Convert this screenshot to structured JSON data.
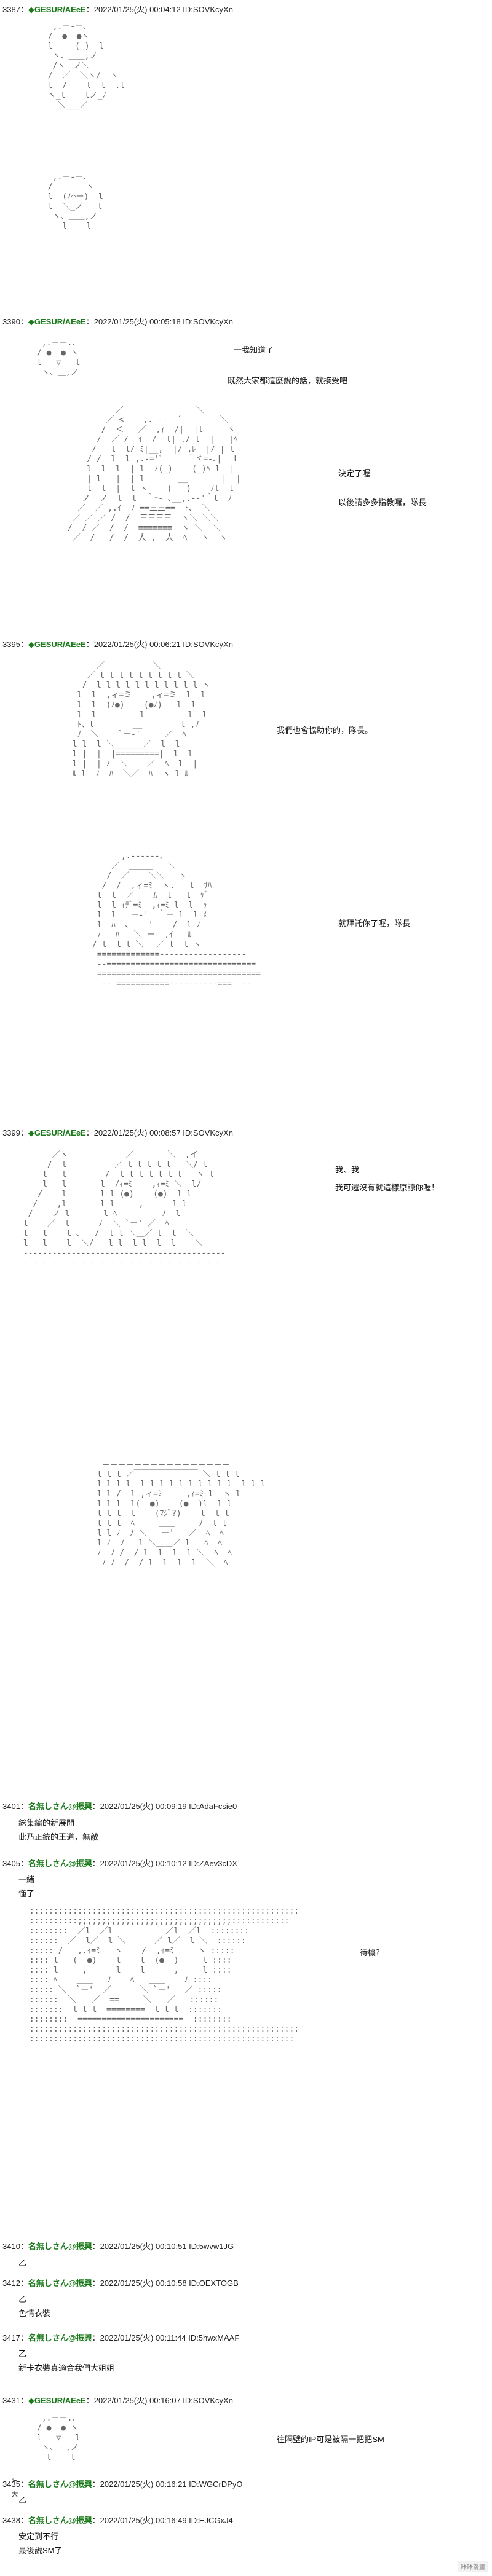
{
  "posts": [
    {
      "num": "3387：",
      "name": "◆GESUR/AEeE",
      "meta": "：2022/01/25(火) 00:04:12 ID:SOVKcyXn"
    },
    {
      "num": "3390：",
      "name": "◆GESUR/AEeE",
      "meta": "：2022/01/25(火) 00:05:18 ID:SOVKcyXn"
    },
    {
      "num": "3395：",
      "name": "◆GESUR/AEeE",
      "meta": "：2022/01/25(火) 00:06:21 ID:SOVKcyXn"
    },
    {
      "num": "3399：",
      "name": "◆GESUR/AEeE",
      "meta": "：2022/01/25(火) 00:08:57 ID:SOVKcyXn"
    },
    {
      "num": "3401：",
      "name": "名無しさん@振興",
      "meta": "：2022/01/25(火) 00:09:19 ID:AdaFcsie0"
    },
    {
      "num": "3405：",
      "name": "名無しさん@振興",
      "meta": "：2022/01/25(火) 00:10:12 ID:ZAev3cDX"
    },
    {
      "num": "3410：",
      "name": "名無しさん@振興",
      "meta": "：2022/01/25(火) 00:10:51 ID:5wvw1JG"
    },
    {
      "num": "3412：",
      "name": "名無しさん@振興",
      "meta": "：2022/01/25(火) 00:10:58 ID:OEXTOGB"
    },
    {
      "num": "3417：",
      "name": "名無しさん@振興",
      "meta": "：2022/01/25(火) 00:11:44 ID:5hwxMAAF"
    },
    {
      "num": "3431：",
      "name": "◆GESUR/AEeE",
      "meta": "：2022/01/25(火) 00:16:07 ID:SOVKcyXn"
    },
    {
      "num": "3435：",
      "name": "名無しさん@振興",
      "meta": "：2022/01/25(火) 00:16:21 ID:WGCrDPyO"
    },
    {
      "num": "3438：",
      "name": "名無しさん@振興",
      "meta": "：2022/01/25(火) 00:16:49 ID:EJCGxJ4"
    }
  ],
  "dialogue": {
    "d1": "一我知道了",
    "d2": "既然大家都這麼說的話，就接受吧",
    "d3": "決定了喔",
    "d4": "以後請多多指教囉，隊長",
    "d5": "我們也會協助你的，隊長。",
    "d6": "就拜託你了喔，隊長",
    "d7": "我、我",
    "d8": "我可還沒有就這樣原諒你喔！",
    "r1a": "総集編的新展開",
    "r1b": "此乃正統的王道，無敵",
    "r2a": "一緒",
    "r2b": "懂了",
    "d9": "待機？",
    "r3": "乙",
    "r4a": "乙",
    "r4b": "色情衣裝",
    "r5a": "乙",
    "r5b": "新卡衣裝真適合我們大姐姐",
    "d10": "往隔壁的IP可是被隔一把把SM",
    "r6": "乙",
    "r7a": "安定到不行",
    "r7b": "最後說SM了",
    "side1": "こ",
    "side2": "大",
    "watermark": "咔咔漫畫"
  }
}
